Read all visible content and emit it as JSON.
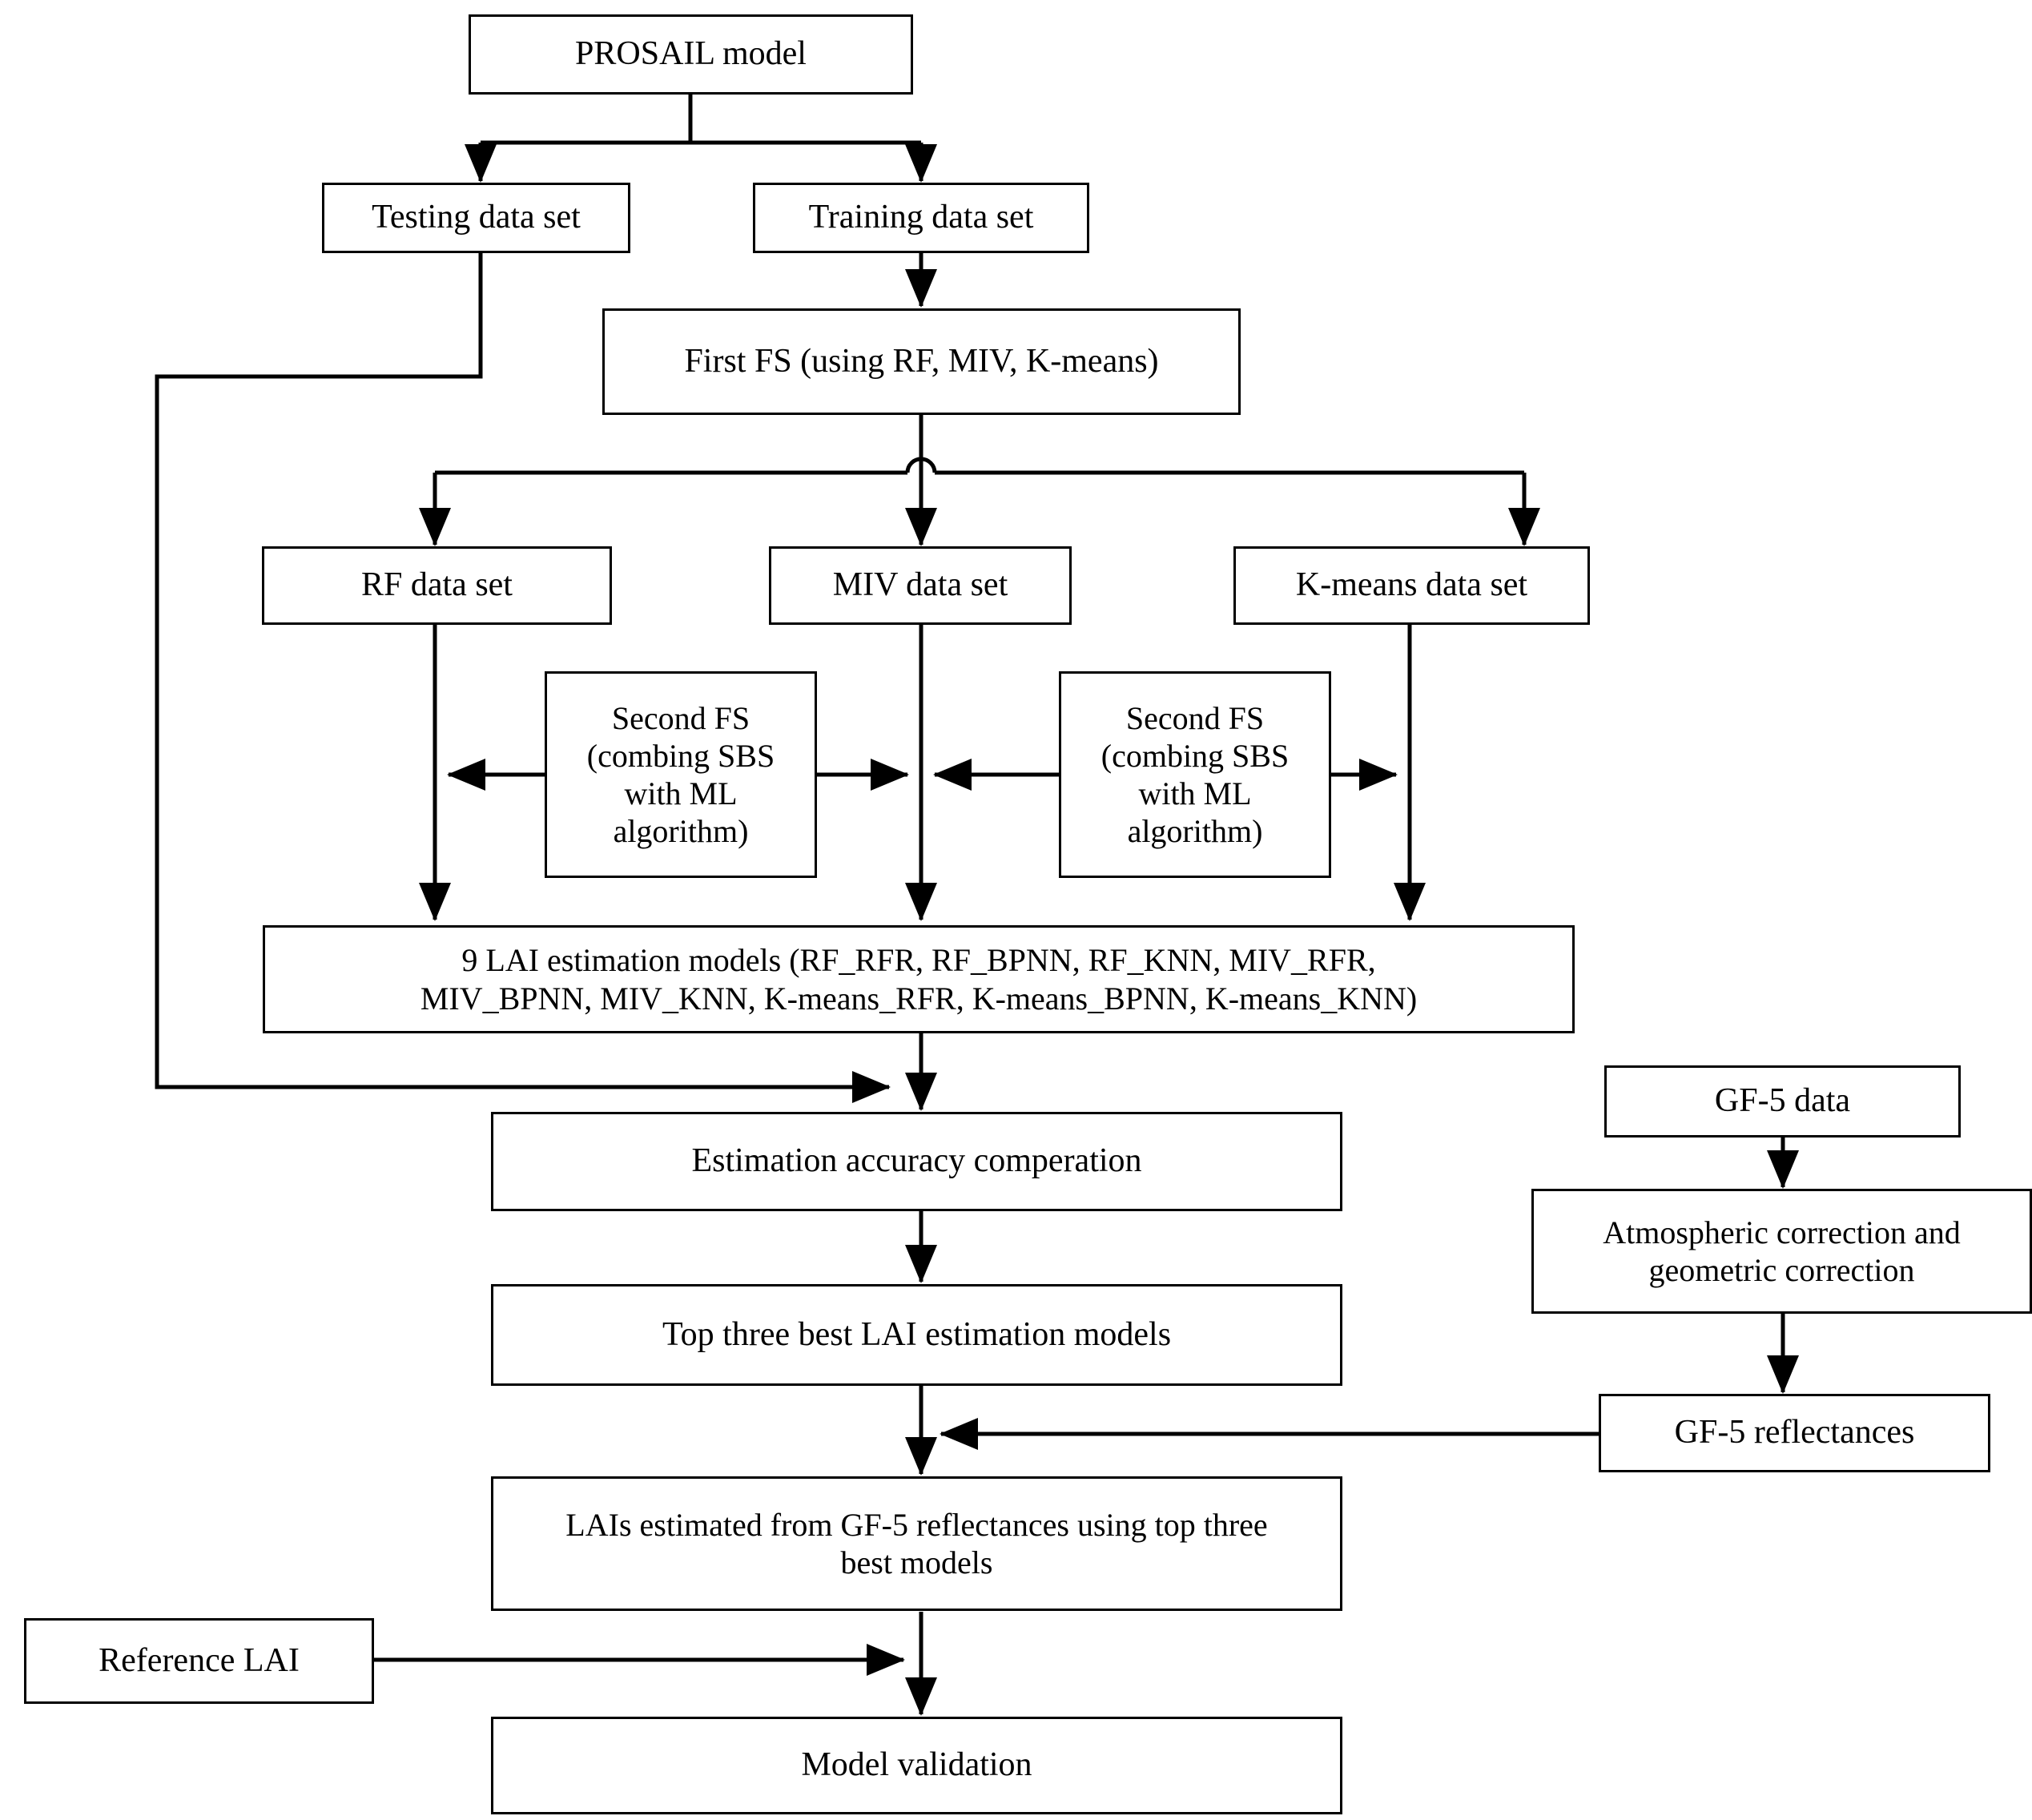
{
  "diagram": {
    "title": "LAI estimation workflow flowchart",
    "style": {
      "stroke": "#000000",
      "fill": "#ffffff",
      "text": "#000000"
    },
    "nodes": {
      "prosail": {
        "label": "PROSAIL model"
      },
      "testing": {
        "label": "Testing data set"
      },
      "training": {
        "label": "Training data set"
      },
      "first_fs": {
        "label": "First FS (using RF, MIV, K-means)"
      },
      "rf_dataset": {
        "label": "RF data set"
      },
      "miv_dataset": {
        "label": "MIV data set"
      },
      "kmeans_dataset": {
        "label": "K-means data set"
      },
      "second_fs_left": {
        "line1": "Second FS",
        "line2": "(combing SBS",
        "line3": "with ML",
        "line4": "algorithm)"
      },
      "second_fs_right": {
        "line1": "Second FS",
        "line2": "(combing SBS",
        "line3": "with ML",
        "line4": "algorithm)"
      },
      "nine_models": {
        "line1": "9 LAI estimation models (RF_RFR, RF_BPNN, RF_KNN, MIV_RFR,",
        "line2": "MIV_BPNN, MIV_KNN, K-means_RFR, K-means_BPNN, K-means_KNN)"
      },
      "accuracy": {
        "label": "Estimation accuracy comperation"
      },
      "top_three": {
        "label": "Top three best LAI estimation models"
      },
      "gf5_data": {
        "label": "GF-5 data"
      },
      "corrections": {
        "line1": "Atmospheric correction and",
        "line2": "geometric correction"
      },
      "gf5_reflect": {
        "label": "GF-5 reflectances"
      },
      "lais_est": {
        "line1": "LAIs estimated from GF-5 reflectances using top three",
        "line2": "best models"
      },
      "reference_lai": {
        "label": "Reference LAI"
      },
      "model_valid": {
        "label": "Model validation"
      }
    },
    "edges": [
      {
        "from": "prosail",
        "to": "testing",
        "kind": "split-arrow"
      },
      {
        "from": "prosail",
        "to": "training",
        "kind": "split-arrow"
      },
      {
        "from": "training",
        "to": "first_fs",
        "kind": "arrow"
      },
      {
        "from": "testing",
        "to": "accuracy",
        "kind": "feedback-left-arrow"
      },
      {
        "from": "first_fs",
        "to": "rf_dataset",
        "kind": "split-arrow"
      },
      {
        "from": "first_fs",
        "to": "miv_dataset",
        "kind": "split-arrow-hop"
      },
      {
        "from": "first_fs",
        "to": "kmeans_dataset",
        "kind": "split-arrow"
      },
      {
        "from": "rf_dataset",
        "to": "nine_models",
        "kind": "arrow"
      },
      {
        "from": "miv_dataset",
        "to": "nine_models",
        "kind": "arrow"
      },
      {
        "from": "kmeans_dataset",
        "to": "nine_models",
        "kind": "arrow"
      },
      {
        "from": "second_fs_left",
        "to": "rf_dataset",
        "kind": "arrow-left"
      },
      {
        "from": "second_fs_left",
        "to": "miv_dataset",
        "kind": "arrow-right"
      },
      {
        "from": "second_fs_right",
        "to": "miv_dataset",
        "kind": "arrow-left"
      },
      {
        "from": "second_fs_right",
        "to": "kmeans_dataset",
        "kind": "arrow-right"
      },
      {
        "from": "nine_models",
        "to": "accuracy",
        "kind": "arrow"
      },
      {
        "from": "accuracy",
        "to": "top_three",
        "kind": "arrow"
      },
      {
        "from": "gf5_data",
        "to": "corrections",
        "kind": "arrow"
      },
      {
        "from": "corrections",
        "to": "gf5_reflect",
        "kind": "arrow"
      },
      {
        "from": "gf5_reflect",
        "to": "lais_est",
        "kind": "arrow-left"
      },
      {
        "from": "top_three",
        "to": "lais_est",
        "kind": "arrow"
      },
      {
        "from": "reference_lai",
        "to": "model_valid",
        "kind": "arrow-right"
      },
      {
        "from": "lais_est",
        "to": "model_valid",
        "kind": "arrow"
      }
    ]
  }
}
